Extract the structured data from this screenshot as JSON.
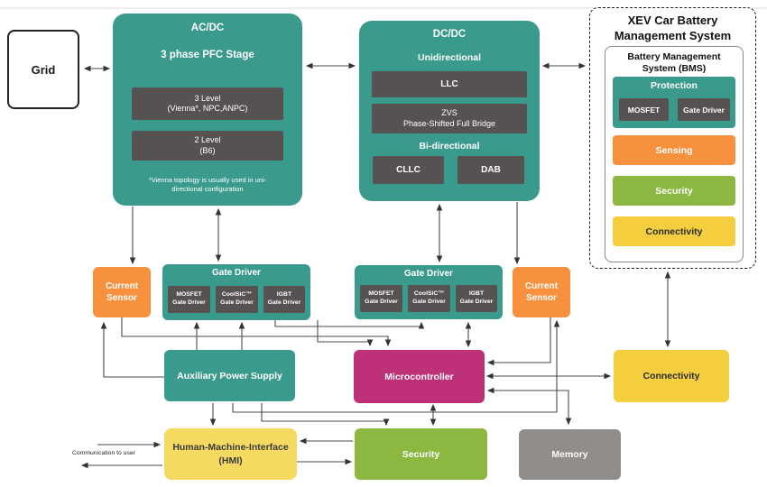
{
  "colors": {
    "teal": "#3a9b8c",
    "dark_box": "#575252",
    "orange": "#f7913d",
    "magenta": "#be3078",
    "green": "#8cb841",
    "gold": "#f5ce3f",
    "pale_yellow": "#f6d960",
    "gray": "#918d8b",
    "wire": "#4a4a4a"
  },
  "grid": {
    "label": "Grid"
  },
  "acdc": {
    "title": "AC/DC",
    "subtitle": "3 phase PFC Stage",
    "options": [
      {
        "line1": "3 Level",
        "line2": "(Vienna*, NPC,ANPC)"
      },
      {
        "line1": "2 Level",
        "line2": "(B6)"
      }
    ],
    "footnote_line1": "*Vienna topology is usually used in uni-",
    "footnote_line2": "directional configuration"
  },
  "dcdc": {
    "title": "DC/DC",
    "uni_label": "Unidirectional",
    "llc": "LLC",
    "zvs_line1": "ZVS",
    "zvs_line2": "Phase-Shifted Full Bridge",
    "bi_label": "Bi-directional",
    "cllc": "CLLC",
    "dab": "DAB"
  },
  "bms": {
    "title_line1": "XEV Car Battery",
    "title_line2": "Management System",
    "inner_title_line1": "Battery Management",
    "inner_title_line2": "System (BMS)",
    "protection_title": "Protection",
    "protection_items": [
      "MOSFET",
      "Gate Driver"
    ],
    "sensing": "Sensing",
    "security": "Security",
    "connectivity": "Connectivity"
  },
  "current_sensor_left": {
    "line1": "Current",
    "line2": "Sensor"
  },
  "current_sensor_right": {
    "line1": "Current",
    "line2": "Sensor"
  },
  "gate_driver_left": {
    "title": "Gate Driver",
    "items": [
      {
        "line1": "MOSFET",
        "line2": "Gate Driver"
      },
      {
        "line1": "CoolSiC™",
        "line2": "Gate Driver"
      },
      {
        "line1": "IGBT",
        "line2": "Gate Driver"
      }
    ]
  },
  "gate_driver_right": {
    "title": "Gate Driver",
    "items": [
      {
        "line1": "MOSFET",
        "line2": "Gate Driver"
      },
      {
        "line1": "CoolSiC™",
        "line2": "Gate Driver"
      },
      {
        "line1": "IGBT",
        "line2": "Gate Driver"
      }
    ]
  },
  "aux": {
    "label": "Auxiliary Power Supply"
  },
  "micro": {
    "label": "Microcontroller"
  },
  "connectivity": {
    "label": "Connectivity"
  },
  "hmi": {
    "line1": "Human-Machine-Interface",
    "line2": "(HMI)"
  },
  "security": {
    "label": "Security"
  },
  "memory": {
    "label": "Memory"
  },
  "communication": {
    "label": "Communication to user"
  }
}
